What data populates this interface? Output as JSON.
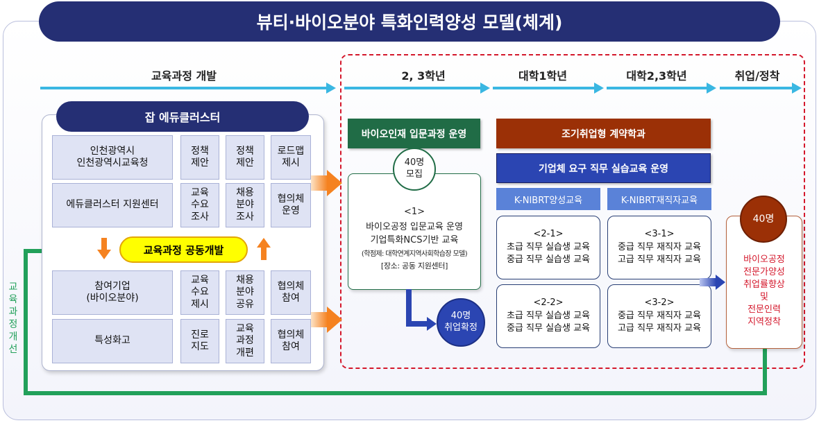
{
  "title": "뷰티·바이오분야 특화인력양성 모델(체계)",
  "stages": {
    "s1": "교육과정 개발",
    "s2": "2, 3학년",
    "s3": "대학1학년",
    "s4": "대학2,3학년",
    "s5": "취업/정착"
  },
  "edu_cluster": {
    "title": "잡 에듀클러스터",
    "rows": [
      {
        "org": "인천광역시\n인천광역시교육청",
        "c1": "정책\n제안",
        "c2": "정책\n제안",
        "c3": "로드맵\n제시"
      },
      {
        "org": "에듀클러스터 지원센터",
        "c1": "교육\n수요\n조사",
        "c2": "채용\n분야\n조사",
        "c3": "협의체\n운영"
      },
      {
        "org": "참여기업\n(바이오분야)",
        "c1": "교육\n수요\n제시",
        "c2": "채용\n분야\n공유",
        "c3": "협의체\n참여"
      },
      {
        "org": "특성화고",
        "c1": "진로\n지도",
        "c2": "교육\n과정\n개편",
        "c3": "협의체\n참여"
      }
    ],
    "codev": "교육과정 공동개발"
  },
  "side_label": "교육과정개선",
  "col2": {
    "bar": "바이오인재 입문과정 운영",
    "recruit": "40명\n모집",
    "box_num": "<1>",
    "box_l1": "바이오공정 입문교육 운영",
    "box_l2": "기업특화NCS기반 교육",
    "box_l3": "(학점제: 대학연계지역사회학습장 모델)",
    "box_l4": "[장소: 공동 지원센터]",
    "confirm": "40명\n취업확정"
  },
  "col3": {
    "bar_top": "조기취업형 계약학과",
    "bar_mid": "기업체 요구 직무 실습교육 운영",
    "sub1": "K-NIBRT양성교육",
    "sub2": "K-NIBRT재직자교육",
    "b21": "<2-1>\n초급 직무 실습생 교육\n중급 직무 실습생 교육",
    "b22": "<2-2>\n초급 직무 실습생 교육\n중급 직무 실습생 교육",
    "b31": "<3-1>\n중급 직무 재직자 교육\n고급 직무 재직자 교육",
    "b32": "<3-2>\n중급 직무 재직자 교육\n고급 직무 재직자 교육"
  },
  "col5": {
    "circle": "40명",
    "text": "바이오공정\n전문가양성\n취업률향상\n및\n전문인력\n지역정착"
  },
  "colors": {
    "navy": "#252f74",
    "cyan_arrow": "#3ab7e2",
    "red_dashed": "#d4172b",
    "green_bar": "#206c46",
    "brown_bar": "#9b3006",
    "blue_bar": "#2b45b2",
    "sub_bar": "#5a82d8",
    "orange": "#f58220",
    "green_line": "#22a05a",
    "red_text": "#d4172b"
  }
}
